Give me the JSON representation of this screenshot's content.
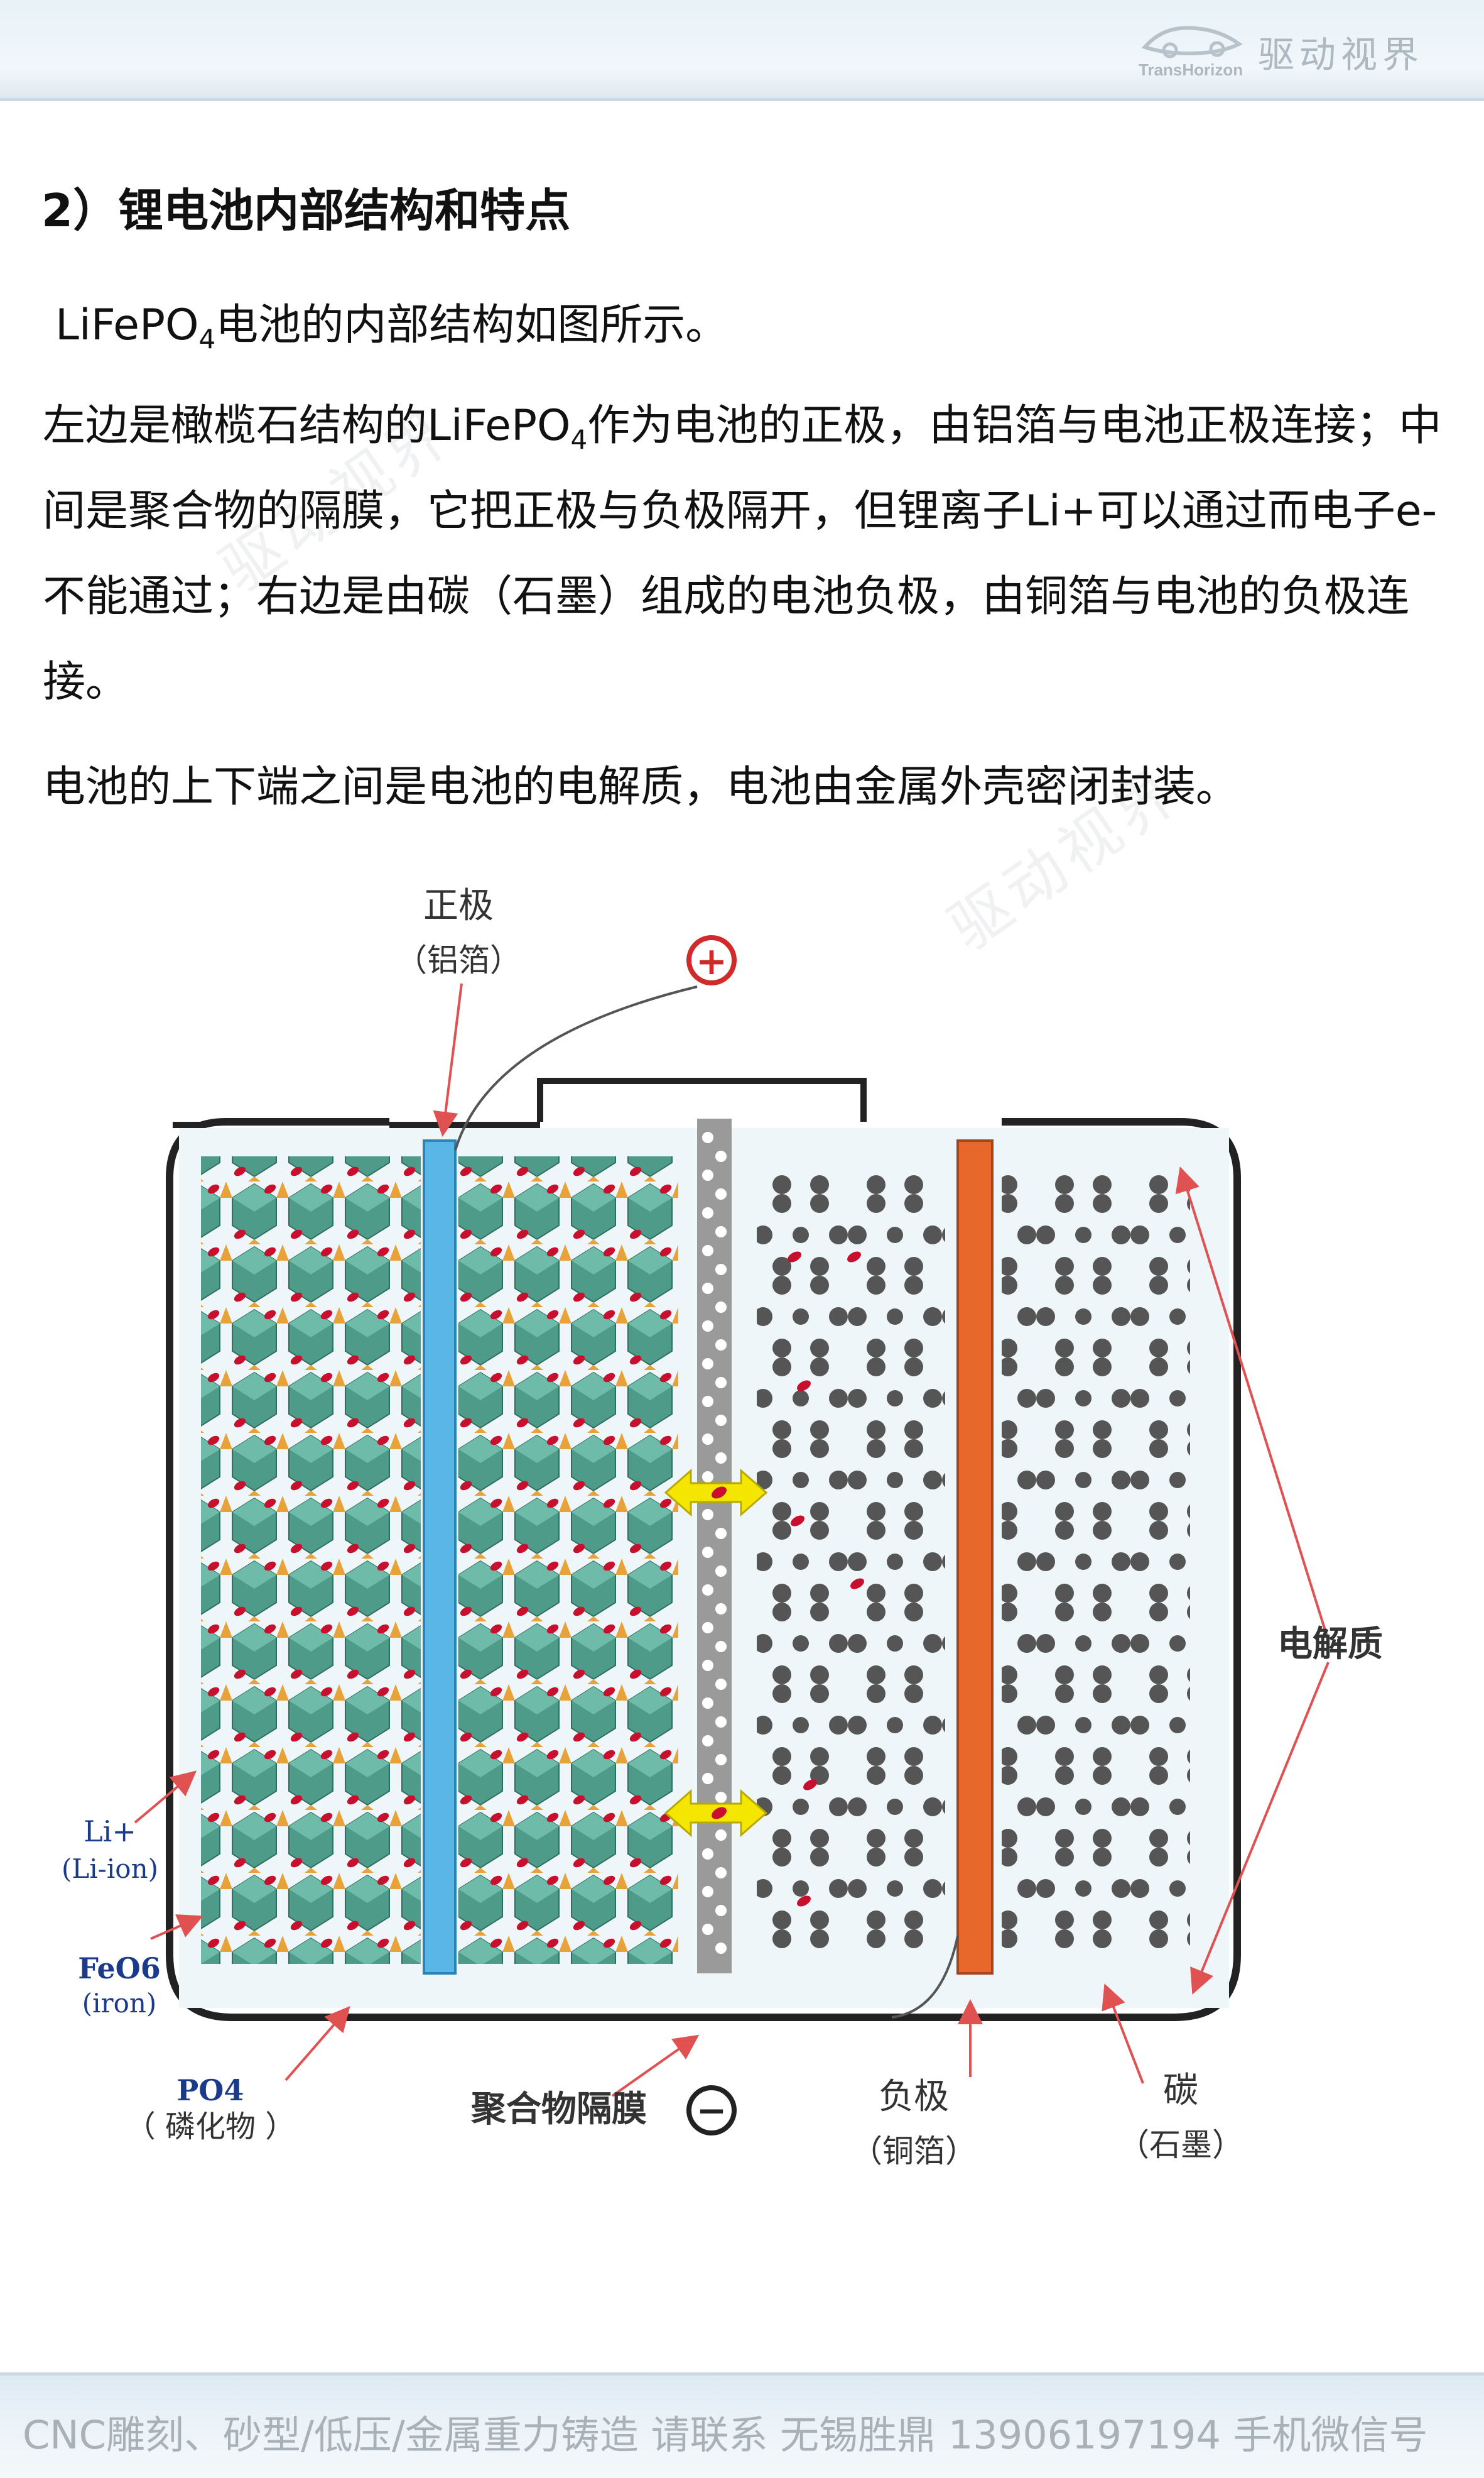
{
  "header": {
    "brand_cn": "驱动视界",
    "brand_en": "TransHorizon"
  },
  "content": {
    "heading": "2）锂电池内部结构和特点",
    "p1_pre": "LiFePO",
    "p1_sub": "4",
    "p1_post": "电池的内部结构如图所示。",
    "p2_pre": "左边是橄榄石结构的LiFePO",
    "p2_sub": "4",
    "p2_post": "作为电池的正极，由铝箔与电池正极连接；中间是聚合物的隔膜，它把正极与负极隔开，但锂离子Li+可以通过而电子e-不能通过；右边是由碳（石墨）组成的电池负极，由铜箔与电池的负极连接。",
    "p3": "电池的上下端之间是电池的电解质，电池由金属外壳密闭封装。"
  },
  "watermarks": [
    "驱动视界",
    "驱动视界"
  ],
  "figure": {
    "labels": {
      "positive": "正极",
      "aluminum_foil": "（铝箔）",
      "plus_symbol": "+",
      "minus_symbol": "−",
      "electrolyte": "电解质",
      "li_ion": "Li+",
      "li_ion_en": "(Li-ion)",
      "feo6": "FeO6",
      "iron": "(iron)",
      "po4": "PO4",
      "phosphide": "（ 磷化物 ）",
      "separator": "聚合物隔膜",
      "negative": "负极",
      "copper_foil": "（铜箔）",
      "carbon": "碳",
      "graphite": "（石墨）"
    },
    "colors": {
      "aluminum": "#5ab6e6",
      "copper": "#e8672a",
      "crystal": "#4f9b8a",
      "carbon": "#555555",
      "lithium": "#c8102e",
      "arrow": "#f5e600",
      "pointer": "#e05252"
    }
  },
  "footer": {
    "text": "CNC雕刻、砂型/低压/金属重力铸造 请联系 无锡胜鼎 13906197194 手机微信号"
  }
}
